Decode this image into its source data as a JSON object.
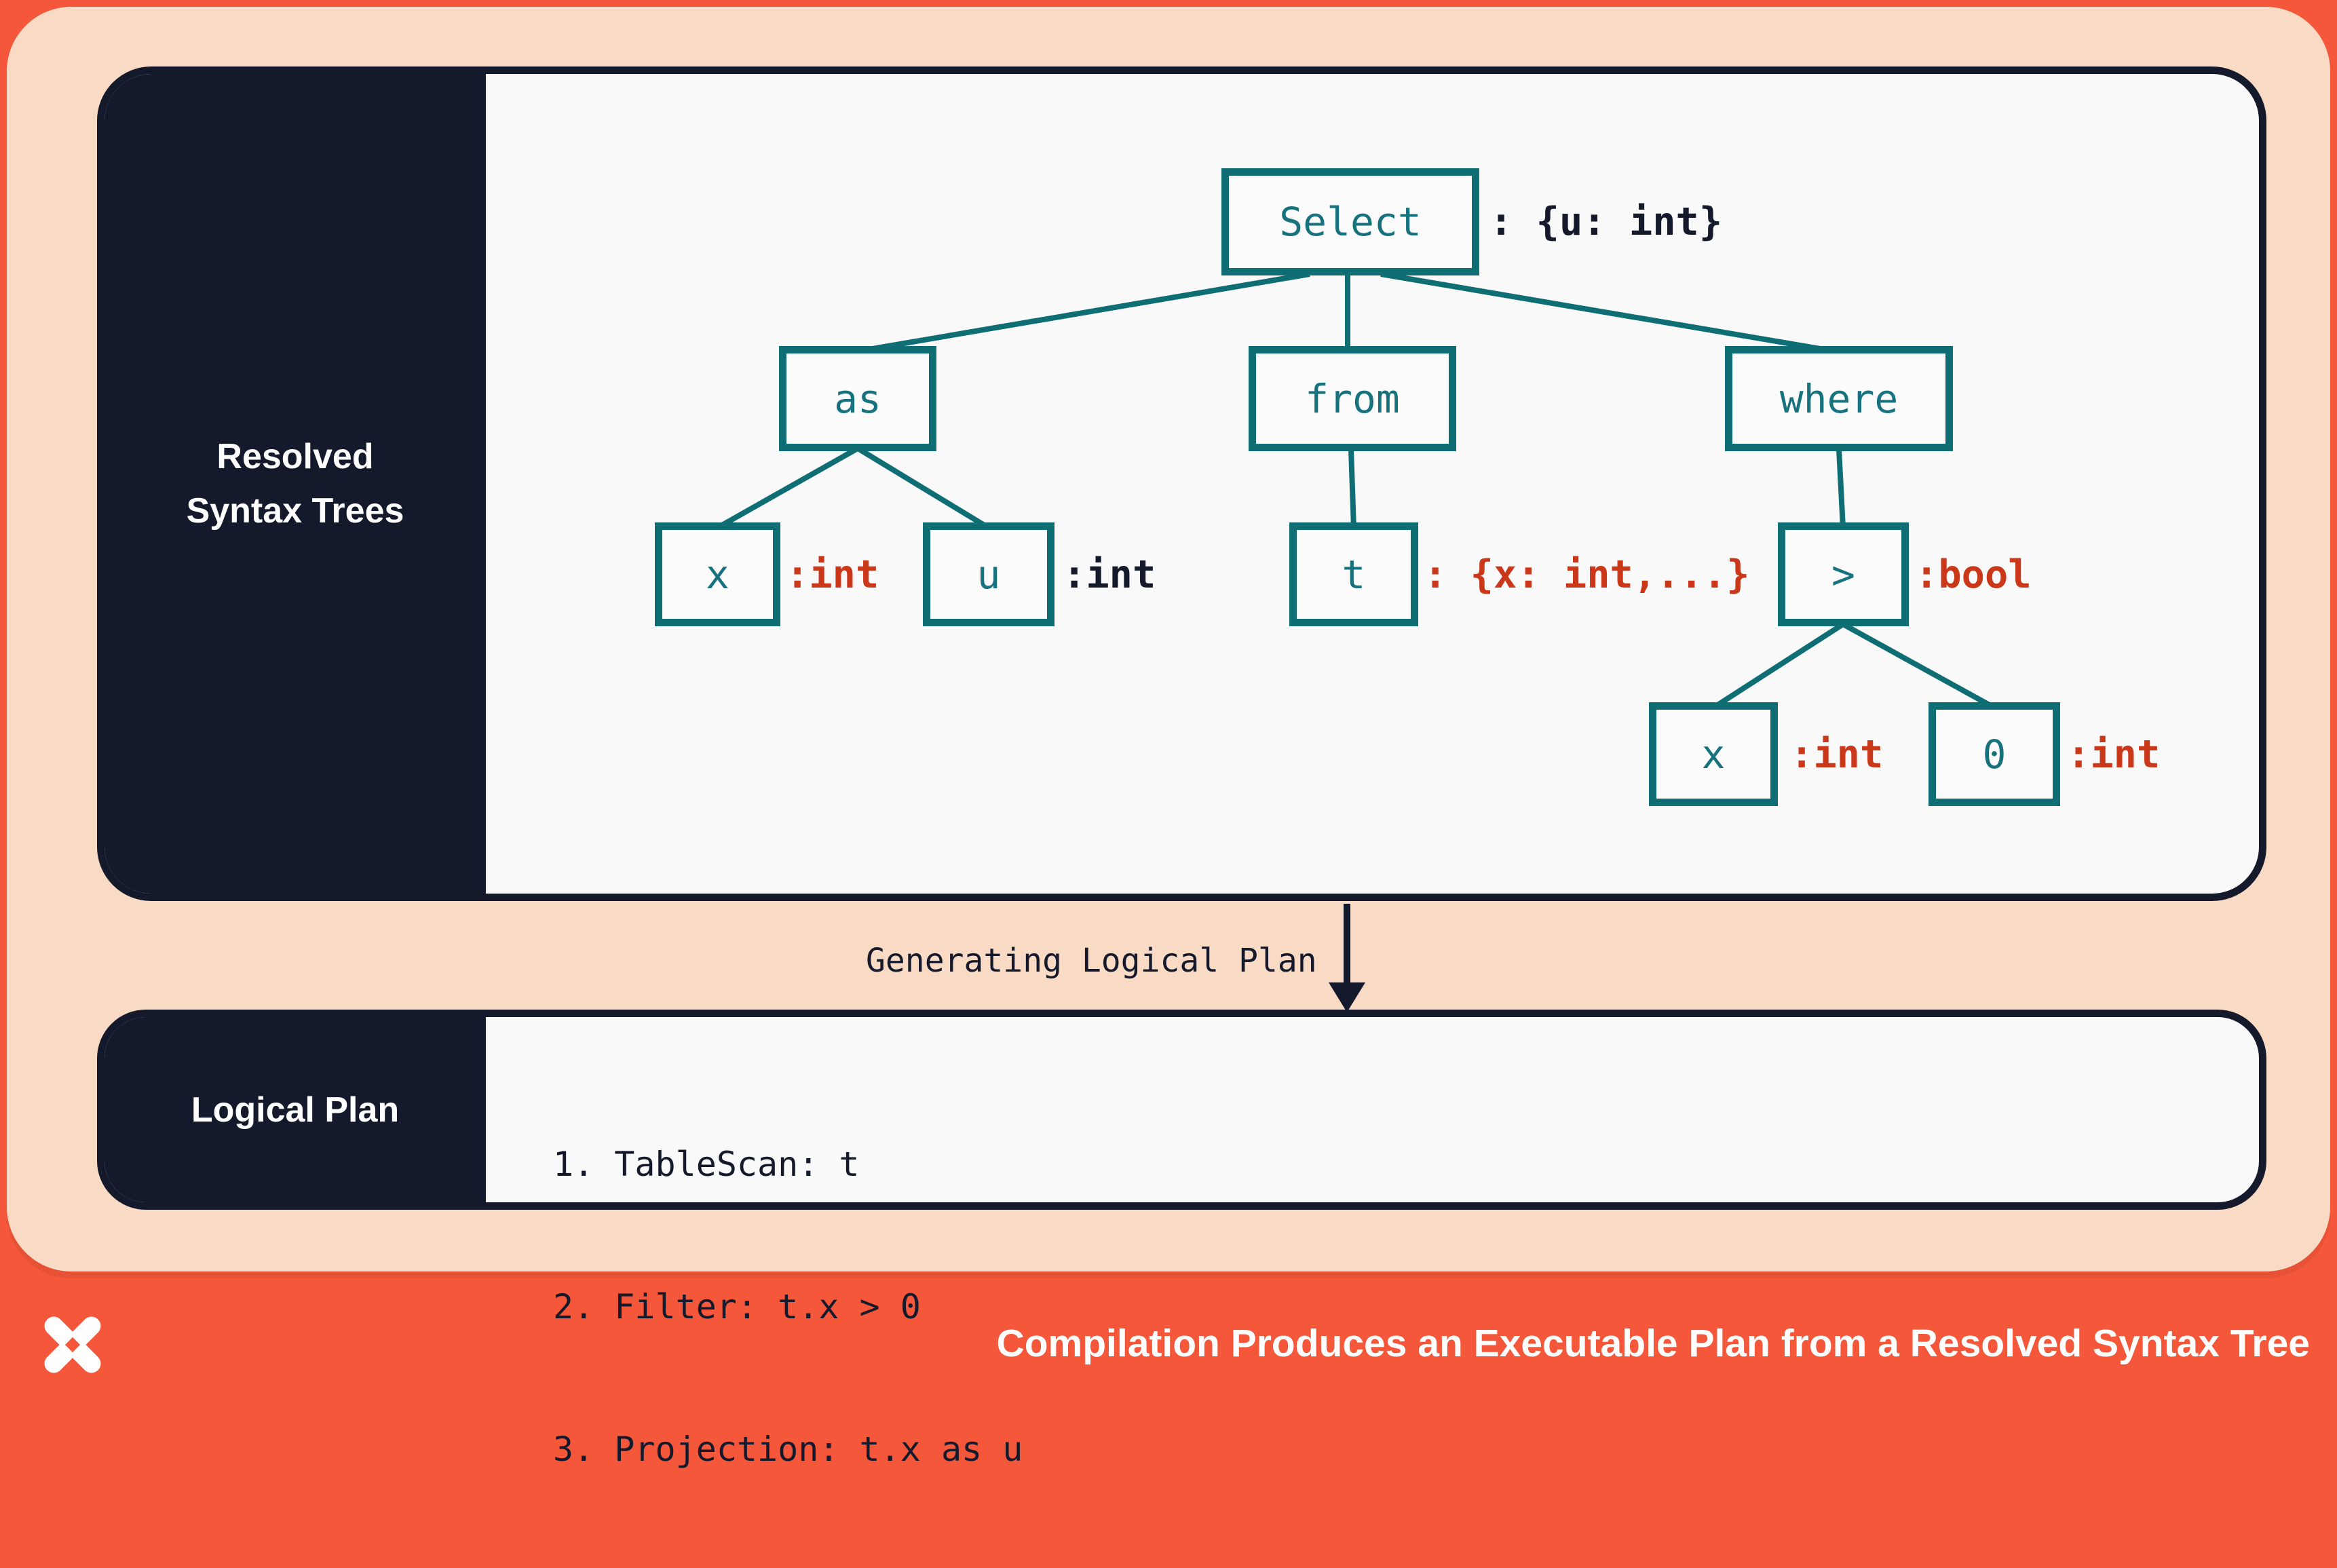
{
  "colors": {
    "background_orange": "#F4573A",
    "card_peach": "#F8DAC5",
    "panel_navy": "#141A2B",
    "panel_white": "#F9F9FA",
    "node_teal_border": "#0E6E74",
    "node_teal_text": "#17727E",
    "type_red": "#CB3719",
    "label_white": "#FFFFFF"
  },
  "resolved_panel": {
    "title_lines": [
      "Resolved",
      "Syntax Trees"
    ],
    "tree": {
      "select": {
        "label": "Select",
        "annotation": ": {u: int}"
      },
      "as": {
        "label": "as"
      },
      "from": {
        "label": "from"
      },
      "where": {
        "label": "where"
      },
      "x_as": {
        "label": "x",
        "annotation": ":int"
      },
      "u_as": {
        "label": "u",
        "annotation": ":int"
      },
      "t_from": {
        "label": "t",
        "annotation": ": {x: int,...}"
      },
      "gt_where": {
        "label": ">",
        "annotation": ":bool"
      },
      "x_gt": {
        "label": "x",
        "annotation": ":int"
      },
      "zero_gt": {
        "label": "0",
        "annotation": ":int"
      },
      "edges": [
        [
          "select",
          "as"
        ],
        [
          "select",
          "from"
        ],
        [
          "select",
          "where"
        ],
        [
          "as",
          "x_as"
        ],
        [
          "as",
          "u_as"
        ],
        [
          "from",
          "t_from"
        ],
        [
          "where",
          "gt_where"
        ],
        [
          "gt_where",
          "x_gt"
        ],
        [
          "gt_where",
          "zero_gt"
        ]
      ]
    }
  },
  "transition": {
    "label": "Generating Logical Plan"
  },
  "logical_plan_panel": {
    "title": "Logical Plan",
    "steps": [
      "1. TableScan: t",
      "2. Filter: t.x > 0",
      "3. Projection: t.x as u"
    ]
  },
  "footer": {
    "title": "Compilation Produces an Executable Plan from a Resolved Syntax Tree",
    "logo": "x-star-logo"
  }
}
